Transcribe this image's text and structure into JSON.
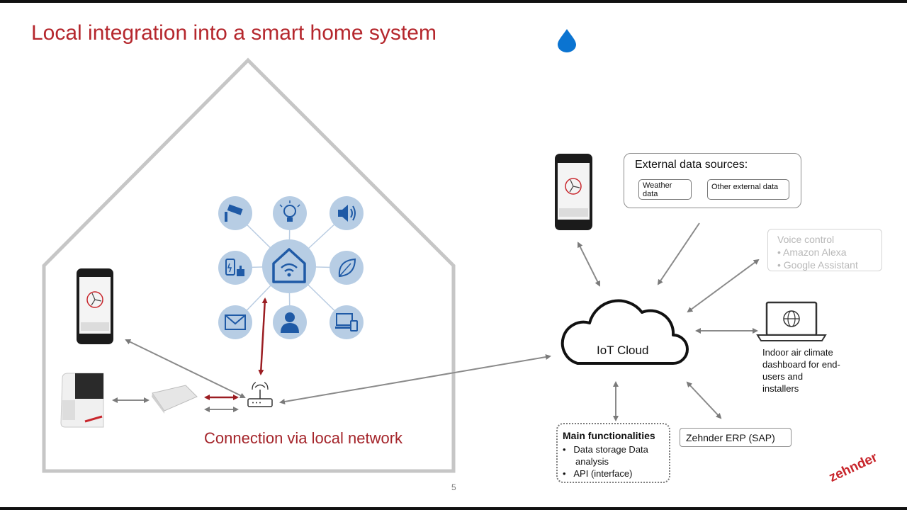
{
  "slide": {
    "title": "Local integration into a smart home system",
    "page_number": "5",
    "logo_text": "zehnder",
    "accent_color": "#b5272d",
    "icon_color": "#1f5aa6",
    "icon_bg": "#b7cde4"
  },
  "house": {
    "connection_label": "Connection via local network",
    "hub_icon": "smart-home-wifi-icon",
    "icons": [
      "security-camera-icon",
      "light-bulb-icon",
      "speaker-icon",
      "battery-thumbs-up-icon",
      "leaf-icon",
      "mail-icon",
      "user-icon",
      "devices-icon"
    ]
  },
  "cloud": {
    "label": "IoT Cloud"
  },
  "external": {
    "title": "External data sources:",
    "weather": "Weather data",
    "other": "Other external data"
  },
  "voice": {
    "title": "Voice control",
    "items": [
      "Amazon Alexa",
      "Google Assistant"
    ]
  },
  "dashboard": {
    "text": "Indoor air climate dashboard for end-users and installers"
  },
  "functionalities": {
    "title": "Main functionalities",
    "items": [
      "Data storage Data analysis",
      "API (interface)"
    ]
  },
  "erp": {
    "label": "Zehnder ERP (SAP)"
  }
}
